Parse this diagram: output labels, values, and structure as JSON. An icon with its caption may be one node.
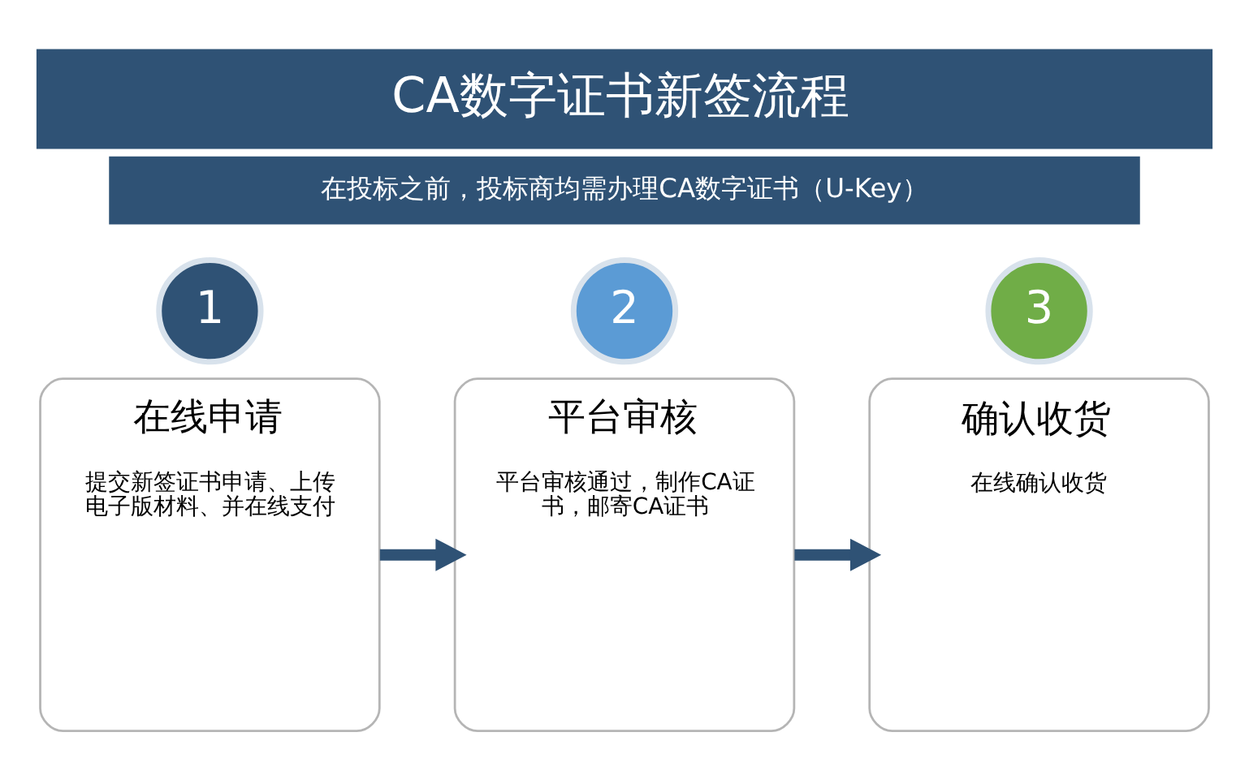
{
  "diagram": {
    "title": "CA数字证书新签流程",
    "nodes": [
      {
        "text": [
          "1"
        ]
      },
      {
        "text": [
          "在线申请",
          "提交新签证书申请、上传电子版材料、并在线支付"
        ]
      },
      {
        "text": [
          "2"
        ]
      },
      {
        "text": [
          "平台审核",
          "平台审核通过，制作CA证书，邮寄CA证书"
        ]
      },
      {
        "text": [
          "3"
        ]
      },
      {
        "text": [
          "确认收货",
          "在线确认收货"
        ]
      }
    ],
    "edges": [
      {
        "from": 1,
        "to": 3,
        "arrow": "to"
      },
      {
        "from": 3,
        "to": 5,
        "arrow": "to"
      }
    ],
    "labels": [
      "在投标之前，投标商均需办理CA数字证书（U-Key）"
    ]
  }
}
